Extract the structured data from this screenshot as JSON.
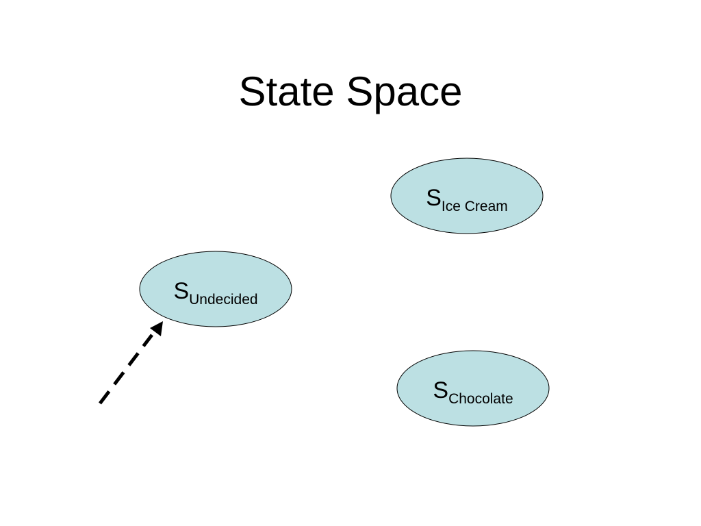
{
  "slide": {
    "title": "State Space"
  },
  "colors": {
    "node_fill": "#bce0e3",
    "node_stroke": "#000000",
    "arrow": "#000000"
  },
  "nodes": [
    {
      "id": "ice-cream",
      "letter": "S",
      "subscript": "Ice Cream"
    },
    {
      "id": "undecided",
      "letter": "S",
      "subscript": "Undecided"
    },
    {
      "id": "chocolate",
      "letter": "S",
      "subscript": "Chocolate"
    }
  ],
  "edges": [
    {
      "to": "undecided",
      "style": "dashed",
      "role": "start-arrow"
    }
  ]
}
